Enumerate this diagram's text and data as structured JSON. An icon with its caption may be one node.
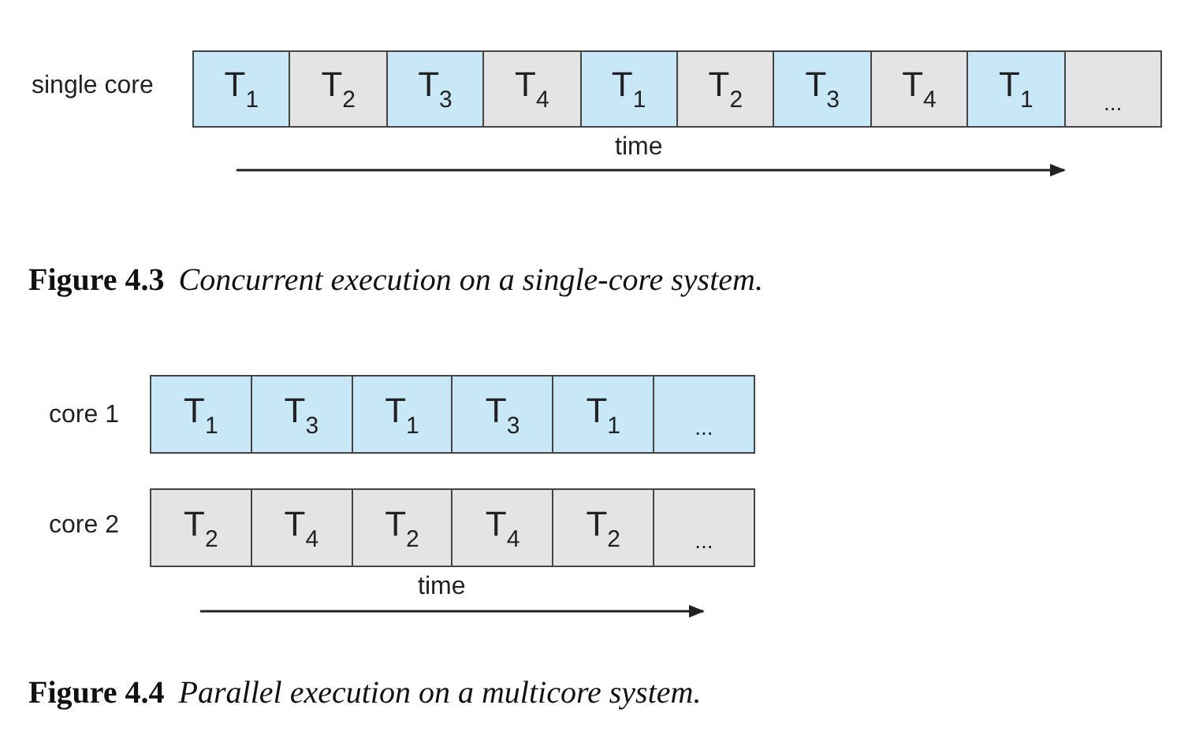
{
  "diagram": {
    "nodes": [
      {
        "text": [
          "T$_{1}$"
        ]
      },
      {
        "text": [
          "T$_{2}$"
        ]
      },
      {
        "text": [
          "T$_{3}$"
        ]
      },
      {
        "text": [
          "T$_{4}$"
        ]
      },
      {
        "text": [
          "T$_{1}$"
        ]
      },
      {
        "text": [
          "T$_{2}$"
        ]
      },
      {
        "text": [
          "T$_{3}$"
        ]
      },
      {
        "text": [
          "T$_{4}$"
        ]
      },
      {
        "text": [
          "T$_{1}$"
        ]
      },
      {
        "text": [
          "..."
        ]
      },
      {
        "text": [
          "T$_{1}$"
        ]
      },
      {
        "text": [
          "T$_{3}$"
        ]
      },
      {
        "text": [
          "T$_{1}$"
        ]
      },
      {
        "text": [
          "T$_{3}$"
        ]
      },
      {
        "text": [
          "T$_{1}$"
        ]
      },
      {
        "text": [
          "..."
        ]
      },
      {
        "text": [
          "T$_{2}$"
        ]
      },
      {
        "text": [
          "T$_{4}$"
        ]
      },
      {
        "text": [
          "T$_{2}$"
        ]
      },
      {
        "text": [
          "T$_{4}$"
        ]
      },
      {
        "text": [
          "T$_{2}$"
        ]
      },
      {
        "text": [
          "..."
        ]
      }
    ],
    "labels": [
      "single core",
      "time",
      "**Figure 4.3** *Concurrent execution on a single-core system.*",
      "core 1",
      "core 2",
      "time",
      "**Figure 4.4** *Parallel execution on a multicore system.*"
    ]
  }
}
